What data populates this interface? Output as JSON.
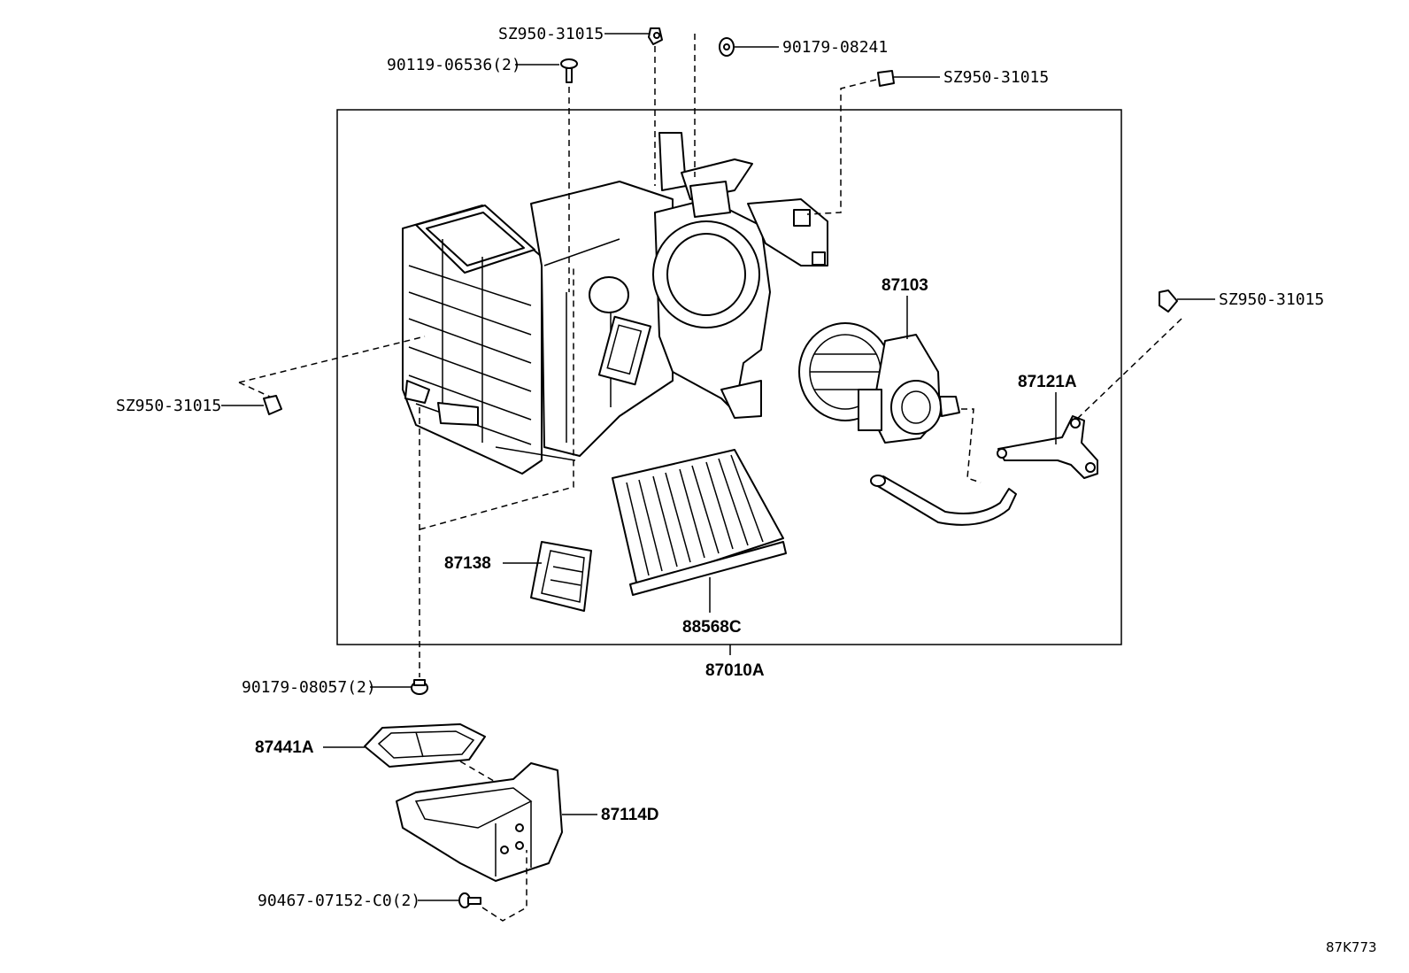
{
  "diagram_code": "87K773",
  "callouts": {
    "sz950_top": "SZ950-31015",
    "n90119": "90119-06536(2)",
    "n90179_08241": "90179-08241",
    "sz950_right_top": "SZ950-31015",
    "sz950_far_right": "SZ950-31015",
    "sz950_left": "SZ950-31015",
    "p87103": "87103",
    "p87121A": "87121A",
    "p87138": "87138",
    "p88568C": "88568C",
    "p87010A": "87010A",
    "n90179_08057": "90179-08057(2)",
    "p87441A": "87441A",
    "p87114D": "87114D",
    "n90467": "90467-07152-C0(2)"
  },
  "icons": {
    "clip": "clip-icon",
    "bolt": "bolt-icon",
    "nut": "nut-icon"
  }
}
